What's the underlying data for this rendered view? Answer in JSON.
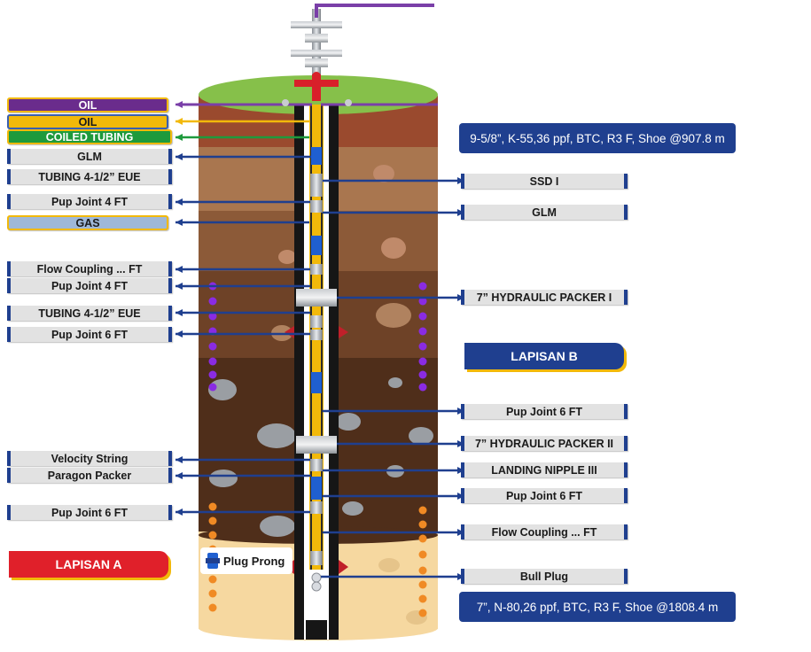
{
  "labels_left": {
    "oil1": "OIL",
    "oil2": "OIL",
    "coiled_tubing": "COILED TUBING",
    "glm": "GLM",
    "tubing1": "TUBING  4-1/2”  EUE",
    "pup4a": "Pup Joint 4 FT",
    "gas": "GAS",
    "flow_coupling": "Flow Coupling ... FT",
    "pup4b": "Pup Joint 4 FT",
    "tubing2": "TUBING  4-1/2”  EUE",
    "pup6a": "Pup Joint 6 FT",
    "velocity_string": "Velocity String",
    "paragon_packer": "Paragon Packer",
    "pup6b": "Pup Joint 6 FT"
  },
  "labels_right": {
    "ssd": "SSD I",
    "glm": "GLM",
    "packer1": "7”  HYDRAULIC PACKER I",
    "pup6a": "Pup Joint 6 FT",
    "packer2": "7”  HYDRAULIC PACKER II",
    "landing_nipple": "LANDING NIPPLE III",
    "pup6b": "Pup Joint 6 FT",
    "flow_coupling": "Flow Coupling ... FT",
    "bull_plug": "Bull Plug"
  },
  "specs": {
    "upper_casing": "9-5/8”, K-55,36 ppf, BTC, R3 F,  Shoe @907.8 m",
    "lower_casing": "7”, N-80,26 ppf, BTC, R3 F, Shoe @1808.4 m"
  },
  "zones": {
    "b": "LAPISAN B",
    "a": "LAPISAN A"
  },
  "legend": {
    "icon": "plug-prong-icon",
    "label": "Plug Prong"
  },
  "colors": {
    "oil_purple": "#6a2c8c",
    "oil_yellow": "#f2b90a",
    "coiled_green": "#1e9a3c",
    "gas_blue": "#9fb8d8",
    "accent_navy": "#1f3f8f",
    "lapisan_a_red": "#e0202a"
  }
}
